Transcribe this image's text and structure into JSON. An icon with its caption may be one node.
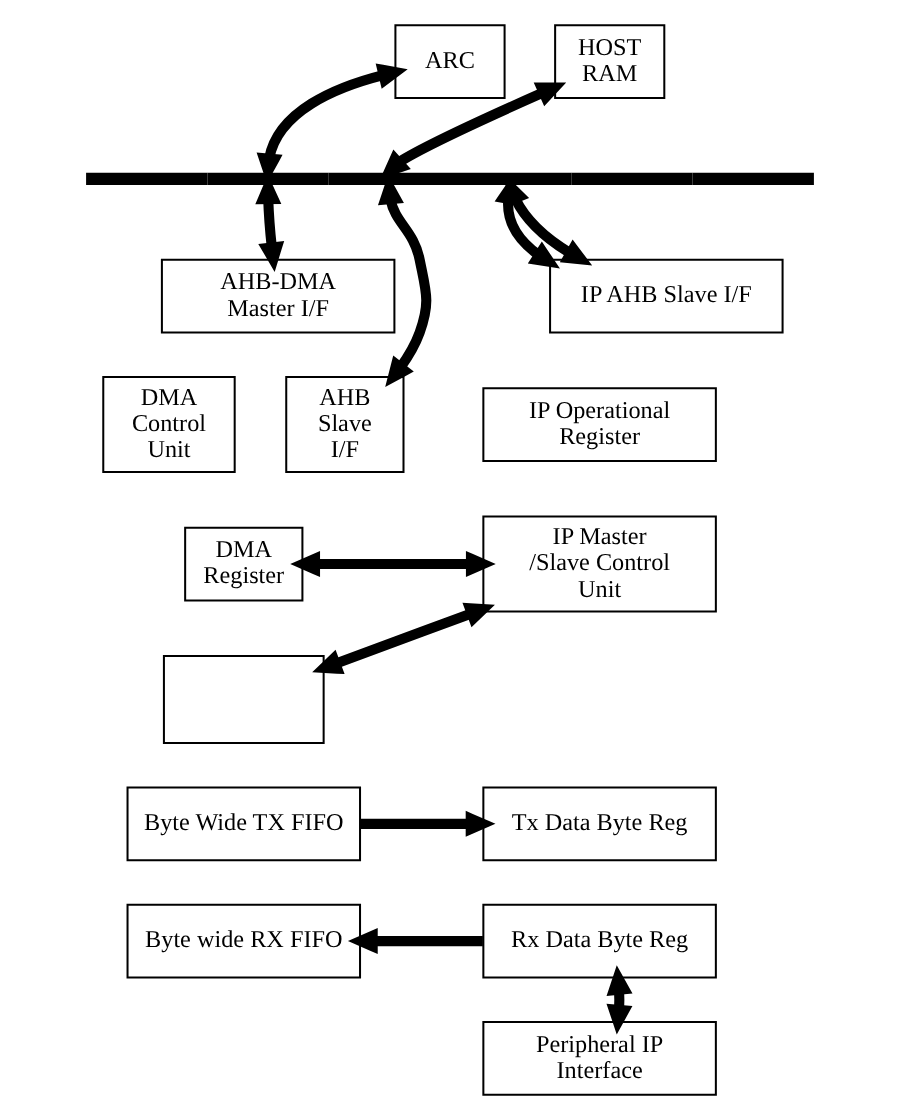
{
  "diagram": {
    "nodes": [
      {
        "text": [
          "ARC"
        ]
      },
      {
        "text": [
          "HOST RAM"
        ]
      },
      {
        "text": [],
        "shape": "bar"
      },
      {
        "text": [
          "AHB-DMA Master I/F"
        ]
      },
      {
        "text": [
          "DMA Control Unit"
        ]
      },
      {
        "text": [
          "AHB Slave I/F"
        ]
      },
      {
        "text": [
          "DMA Register"
        ]
      },
      {
        "text": [],
        "shape": "box"
      },
      {
        "text": [
          "Byte Wide TX FIFO"
        ]
      },
      {
        "text": [
          "Byte wide RX FIFO"
        ]
      },
      {
        "text": [
          "IP AHB Slave I/F"
        ]
      },
      {
        "text": [
          "IP Operational Register"
        ]
      },
      {
        "text": [
          "IP Master /Slave Control Unit"
        ]
      },
      {
        "text": [
          "Tx Data Byte Reg"
        ]
      },
      {
        "text": [
          "Rx Data Byte Reg"
        ]
      },
      {
        "text": [
          "Peripheral IP Interface"
        ]
      }
    ],
    "edges": [
      {
        "from": 0,
        "to": 2,
        "arrow": "both"
      },
      {
        "from": 1,
        "to": 2,
        "arrow": "both"
      },
      {
        "from": 2,
        "to": 3,
        "arrow": "both"
      },
      {
        "from": 2,
        "to": 10,
        "arrow": "both"
      },
      {
        "from": 2,
        "to": 5,
        "arrow": "both"
      },
      {
        "from": 2,
        "to": 10,
        "arrow": "both"
      },
      {
        "from": 6,
        "to": 12,
        "arrow": "both"
      },
      {
        "from": 7,
        "to": 12,
        "arrow": "both"
      },
      {
        "from": 8,
        "to": 13,
        "arrow": "to"
      },
      {
        "from": 14,
        "to": 9,
        "arrow": "to"
      },
      {
        "from": 14,
        "to": 15,
        "arrow": "both"
      }
    ]
  }
}
